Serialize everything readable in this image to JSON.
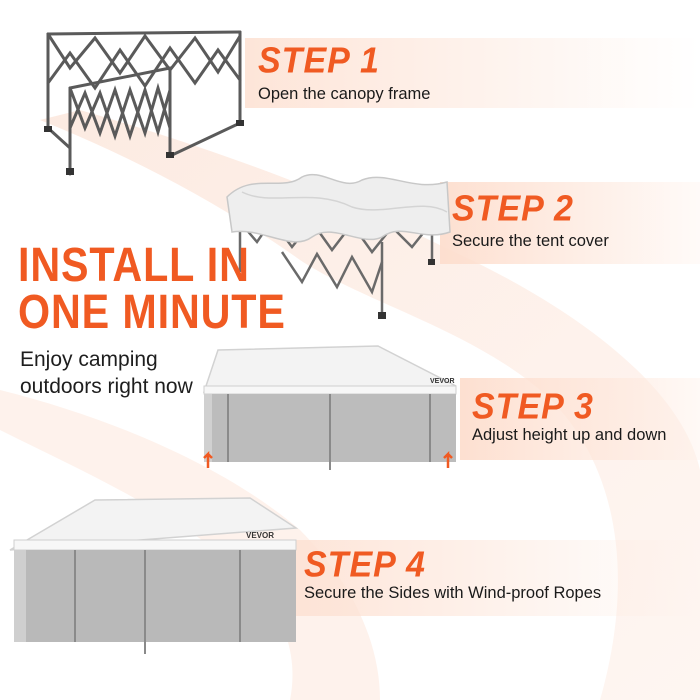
{
  "headline": {
    "line1": "INSTALL IN",
    "line2": "ONE MINUTE",
    "sub1": "Enjoy camping",
    "sub2": "outdoors right now"
  },
  "steps": [
    {
      "title": "STEP 1",
      "desc": "Open the canopy frame"
    },
    {
      "title": "STEP 2",
      "desc": "Secure the tent cover"
    },
    {
      "title": "STEP 3",
      "desc": "Adjust height up and down"
    },
    {
      "title": "STEP 4",
      "desc": "Secure the Sides with Wind-proof Ropes"
    }
  ],
  "brand": {
    "canopy_logo": "VEVOR"
  },
  "colors": {
    "accent": "#f05a22",
    "band": "#fde2d4",
    "frame": "#555555",
    "canopy": "#f2f2f2",
    "wall": "#b9b9b9"
  },
  "icons": [
    "frame-illustration",
    "covered-frame-illustration",
    "canopy-walls-illustration",
    "large-canopy-illustration",
    "height-arrow-icon"
  ]
}
